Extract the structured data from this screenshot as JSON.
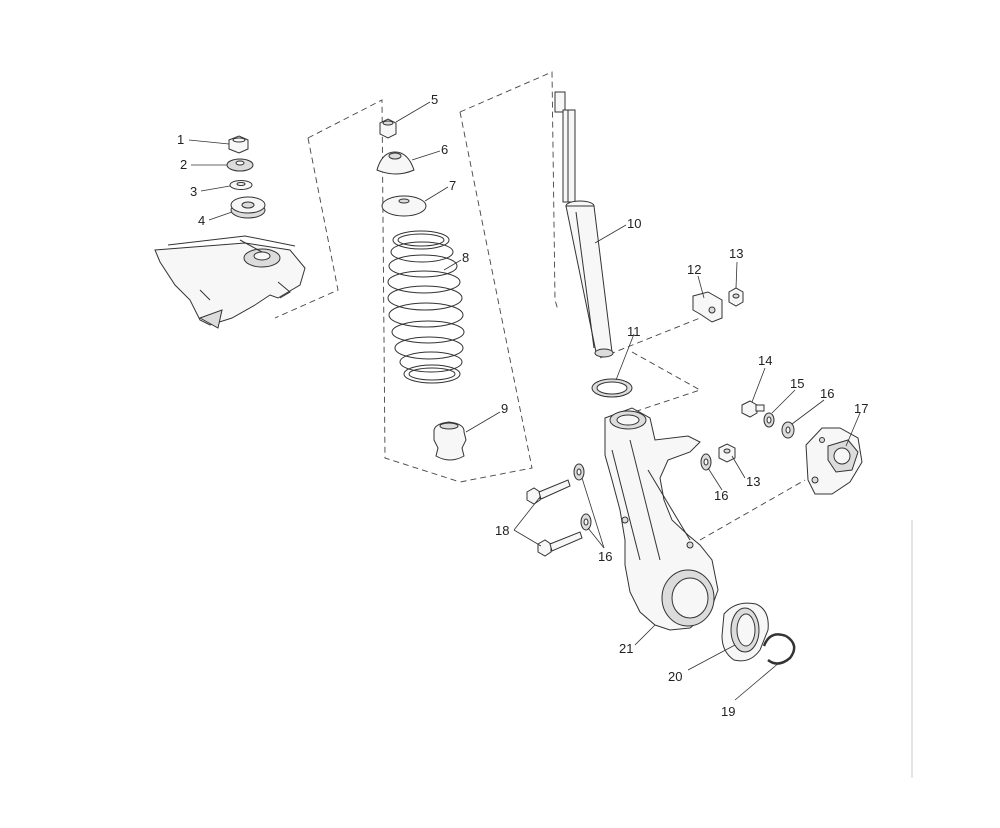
{
  "callouts": [
    {
      "id": "1",
      "text": "1"
    },
    {
      "id": "2",
      "text": "2"
    },
    {
      "id": "3",
      "text": "3"
    },
    {
      "id": "4",
      "text": "4"
    },
    {
      "id": "5",
      "text": "5"
    },
    {
      "id": "6",
      "text": "6"
    },
    {
      "id": "7",
      "text": "7"
    },
    {
      "id": "8",
      "text": "8"
    },
    {
      "id": "9",
      "text": "9"
    },
    {
      "id": "10",
      "text": "10"
    },
    {
      "id": "11",
      "text": "11"
    },
    {
      "id": "12",
      "text": "12"
    },
    {
      "id": "13a",
      "text": "13"
    },
    {
      "id": "13b",
      "text": "13"
    },
    {
      "id": "14",
      "text": "14"
    },
    {
      "id": "15",
      "text": "15"
    },
    {
      "id": "16a",
      "text": "16"
    },
    {
      "id": "16b",
      "text": "16"
    },
    {
      "id": "16c",
      "text": "16"
    },
    {
      "id": "17",
      "text": "17"
    },
    {
      "id": "18",
      "text": "18"
    },
    {
      "id": "19",
      "text": "19"
    },
    {
      "id": "20",
      "text": "20"
    },
    {
      "id": "21",
      "text": "21"
    }
  ]
}
